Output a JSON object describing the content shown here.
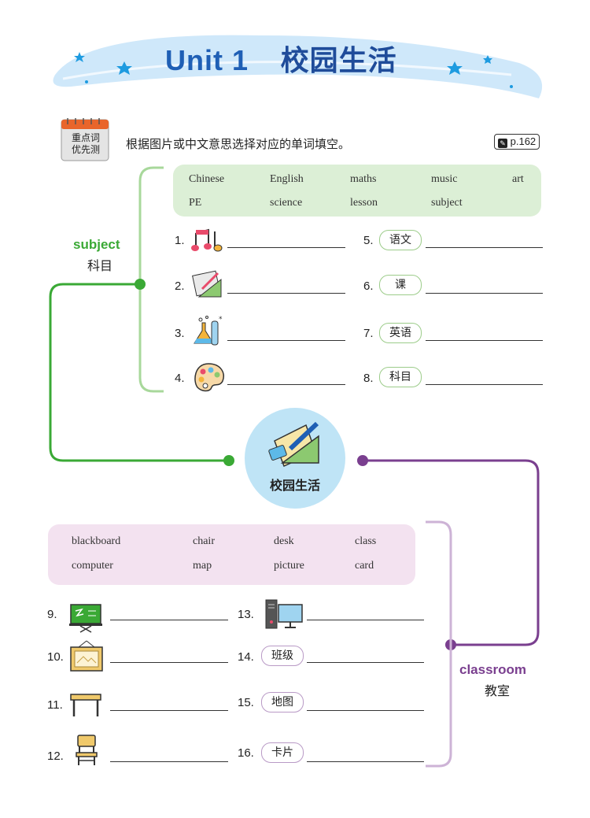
{
  "title": {
    "unit": "Unit 1",
    "cn": "校园生活"
  },
  "calendar_label": {
    "line1": "重点词",
    "line2": "优先测"
  },
  "instruction": "根据图片或中文意思选择对应的单词填空。",
  "page_ref": "p.162",
  "subject": {
    "title": "subject",
    "cn": "科目",
    "words": [
      "Chinese",
      "English",
      "maths",
      "music",
      "art",
      "PE",
      "science",
      "lesson",
      "subject"
    ],
    "items": [
      {
        "num": "1.",
        "icon": "music-notes-icon"
      },
      {
        "num": "2.",
        "icon": "drawing-tools-icon"
      },
      {
        "num": "3.",
        "icon": "science-flask-icon"
      },
      {
        "num": "4.",
        "icon": "paint-palette-icon"
      },
      {
        "num": "5.",
        "cn": "语文"
      },
      {
        "num": "6.",
        "cn": "课"
      },
      {
        "num": "7.",
        "cn": "英语"
      },
      {
        "num": "8.",
        "cn": "科目"
      }
    ]
  },
  "center": {
    "label": "校园生活",
    "icon": "school-supplies-icon"
  },
  "classroom": {
    "title": "classroom",
    "cn": "教室",
    "words": [
      "blackboard",
      "chair",
      "desk",
      "class",
      "computer",
      "map",
      "picture",
      "card"
    ],
    "items": [
      {
        "num": "9.",
        "icon": "blackboard-icon"
      },
      {
        "num": "10.",
        "icon": "picture-frame-icon"
      },
      {
        "num": "11.",
        "icon": "desk-icon"
      },
      {
        "num": "12.",
        "icon": "chair-icon"
      },
      {
        "num": "13.",
        "icon": "computer-icon"
      },
      {
        "num": "14.",
        "cn": "班级"
      },
      {
        "num": "15.",
        "cn": "地图"
      },
      {
        "num": "16.",
        "cn": "卡片"
      }
    ]
  },
  "colors": {
    "subject": "#3aa935",
    "classroom": "#7a3f8f",
    "title": "#1f5fb5",
    "banner": "#cfe8fa"
  }
}
